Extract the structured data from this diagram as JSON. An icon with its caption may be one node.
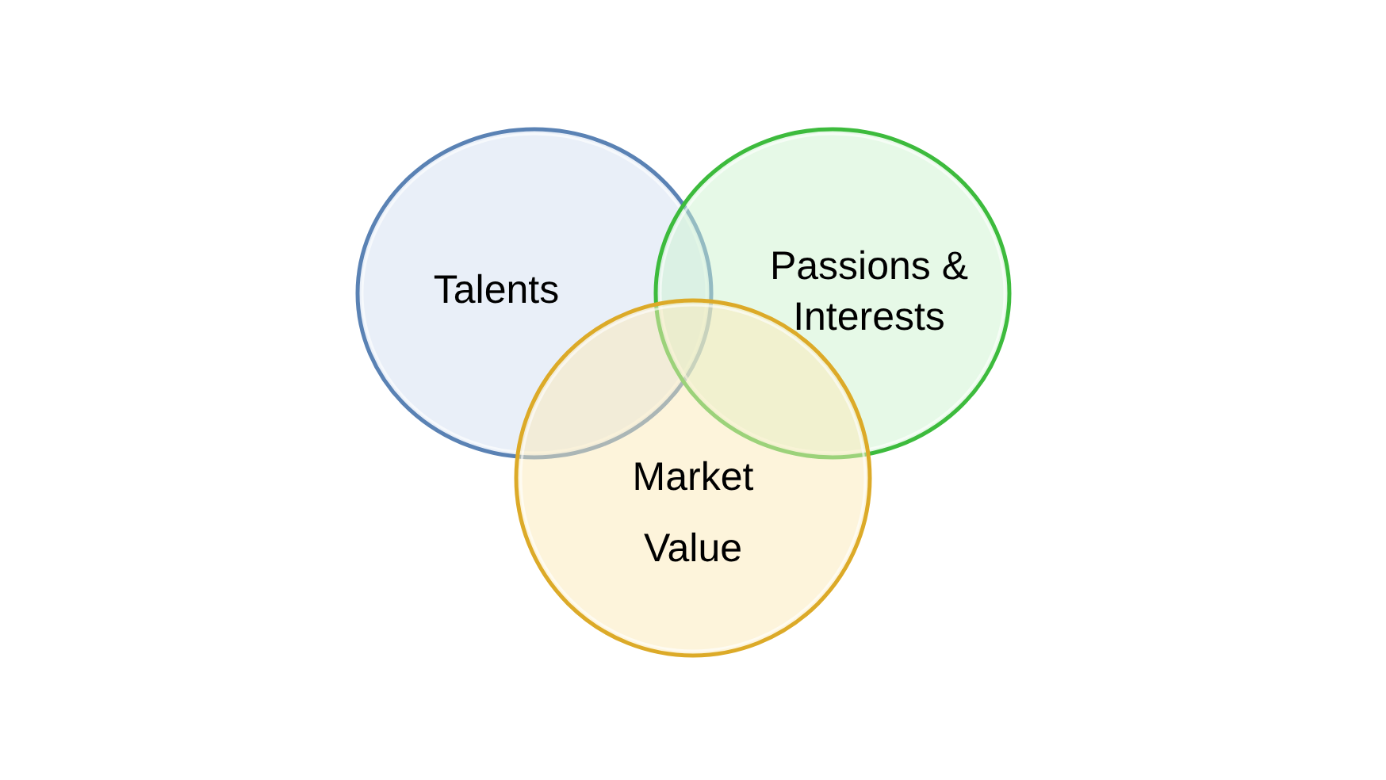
{
  "diagram": {
    "nodes": [
      {
        "text": [
          "Talents"
        ]
      },
      {
        "text": [
          "Passions & Interests"
        ]
      },
      {
        "text": [
          "Market Value"
        ]
      }
    ]
  }
}
